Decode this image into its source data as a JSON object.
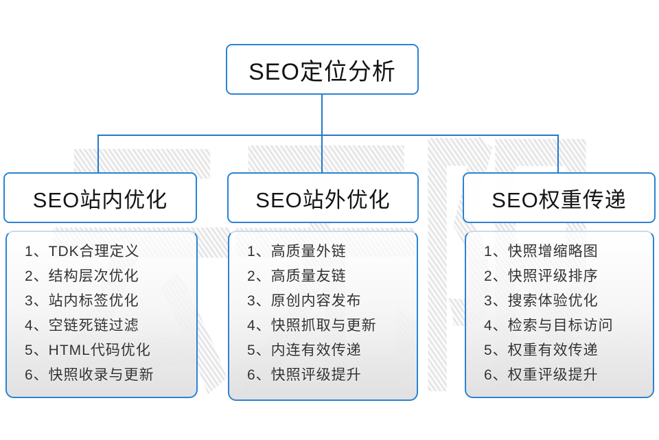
{
  "diagram": {
    "root_title": "SEO定位分析",
    "watermark": "云无限",
    "columns": [
      {
        "title": "SEO站内优化",
        "items": [
          "1、TDK合理定义",
          "2、结构层次优化",
          "3、站内标签优化",
          "4、空链死链过滤",
          "5、HTML代码优化",
          "6、快照收录与更新"
        ]
      },
      {
        "title": "SEO站外优化",
        "items": [
          "1、高质量外链",
          "2、高质量友链",
          "3、原创内容发布",
          "4、快照抓取与更新",
          "5、内连有效传递",
          "6、快照评级提升"
        ]
      },
      {
        "title": "SEO权重传递",
        "items": [
          "1、快照增缩略图",
          "2、快照评级排序",
          "3、搜索体验优化",
          "4、检索与目标访问",
          "5、权重有效传递",
          "6、权重评级提升"
        ]
      }
    ],
    "colors": {
      "line_blue": "#2277cc",
      "border_blue": "#2b82d4",
      "panel_gray": "#e3e3e3",
      "text_dark": "#313131"
    }
  }
}
